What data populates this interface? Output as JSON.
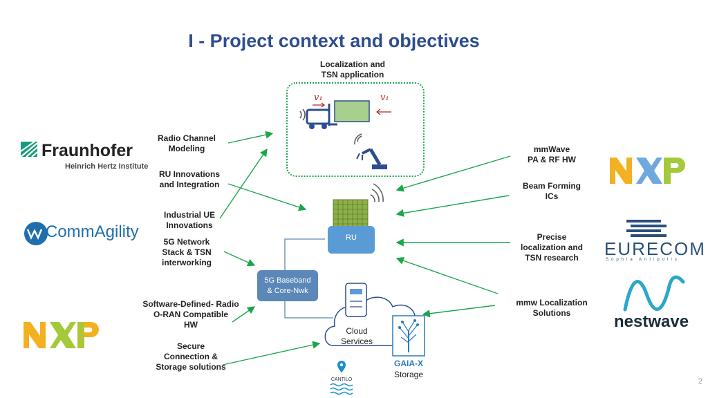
{
  "title": "I - Project context and objectives",
  "center": {
    "app_label": "Localization and\nTSN application",
    "v_left": "v₁",
    "v_right": "v₁",
    "ru_label": "RU",
    "baseband_label": "5G Baseband\n& Core-Nwk",
    "cloud_label": "Cloud\nServices",
    "storage_label": "Storage",
    "gaiax_label": "GAIA-X",
    "cantilo_label": "CANTILO"
  },
  "left_partners": {
    "fraunhofer": {
      "name": "Fraunhofer",
      "sub": "Heinrich Hertz Institute"
    },
    "commagility": {
      "name": "CommAgility"
    },
    "nxp_left": {
      "name": "NXP"
    }
  },
  "right_partners": {
    "nxp_right": {
      "name": "NXP"
    },
    "eurecom": {
      "name": "EURECOM",
      "sub": "Sophia Antipolis"
    },
    "nestwave": {
      "name": "nestwave"
    }
  },
  "left_contributions": [
    "Radio Channel\nModeling",
    "RU  Innovations\nand Integration",
    "Industrial UE\nInnovations",
    "5G Network\nStack & TSN\ninterworking",
    "Software-Defined- Radio\nO-RAN Compatible\nHW",
    "Secure\nConnection &\nStorage solutions"
  ],
  "right_contributions": [
    "mmWave\nPA & RF HW",
    "Beam Forming\nICs",
    "Precise\nlocalization and\nTSN research",
    "mmw Localization\nSolutions"
  ],
  "page_number": "2",
  "colors": {
    "title": "#2e4d8f",
    "arrow": "#1aa64a",
    "ru": "#5b9bd5",
    "baseband": "#5b88b8",
    "nxp_yellow": "#f2b120",
    "nxp_green": "#a4c93b",
    "nxp_blue": "#6fa8dc",
    "eurecom": "#2a4f7a",
    "nestwave": "#2aa7c9",
    "fraunhofer": "#179c7d",
    "commagility": "#1f6fae"
  }
}
